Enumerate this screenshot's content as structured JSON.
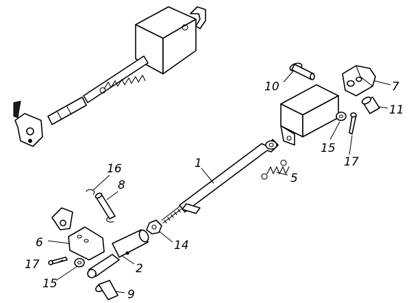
{
  "diagram": {
    "callouts": {
      "c1": "1",
      "c2": "2",
      "c5": "5",
      "c6": "6",
      "c7": "7",
      "c8": "8",
      "c9": "9",
      "c10": "10",
      "c11": "11",
      "c14": "14",
      "c15a": "15",
      "c15b": "15",
      "c16": "16",
      "c17a": "17",
      "c17b": "17"
    },
    "colors": {
      "ink": "#000000",
      "paper": "#ffffff"
    }
  }
}
